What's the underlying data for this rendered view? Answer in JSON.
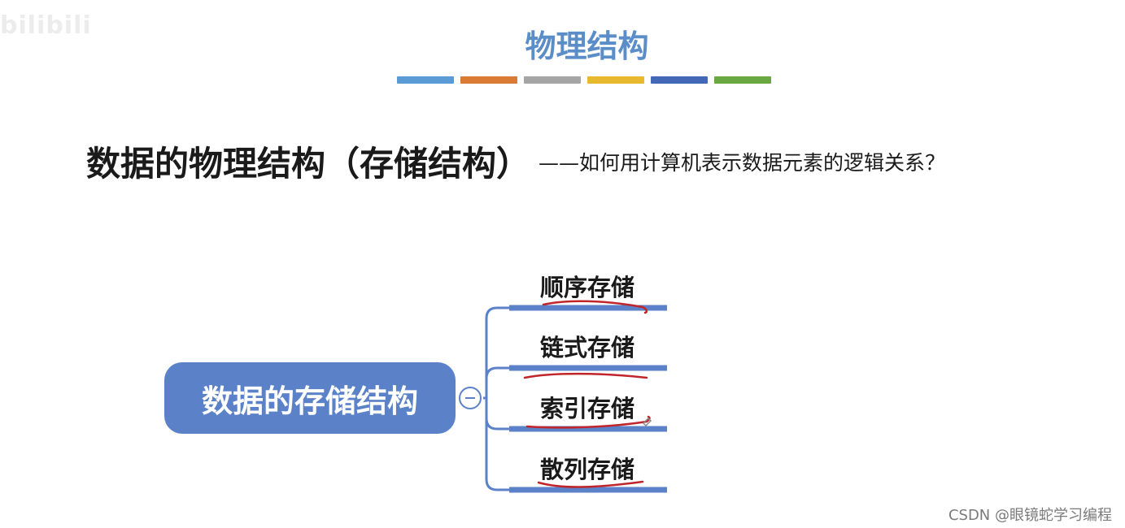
{
  "watermark": "bilibili",
  "title": "物理结构",
  "color_bars": [
    {
      "color": "#5b9bd5"
    },
    {
      "color": "#d97a35"
    },
    {
      "color": "#a5a5a5"
    },
    {
      "color": "#e8b92e"
    },
    {
      "color": "#4468b8"
    },
    {
      "color": "#6aa842"
    }
  ],
  "heading": {
    "main": "数据的物理结构（存储结构）",
    "sub": "——如何用计算机表示数据元素的逻辑关系？"
  },
  "mindmap": {
    "center": "数据的存储结构",
    "branches": [
      {
        "label": "顺序存储"
      },
      {
        "label": "链式存储"
      },
      {
        "label": "索引存储"
      },
      {
        "label": "散列存储"
      }
    ],
    "accent_color": "#5b82c8",
    "annotation_color": "#c0252a"
  },
  "credit": "CSDN @眼镜蛇学习编程"
}
